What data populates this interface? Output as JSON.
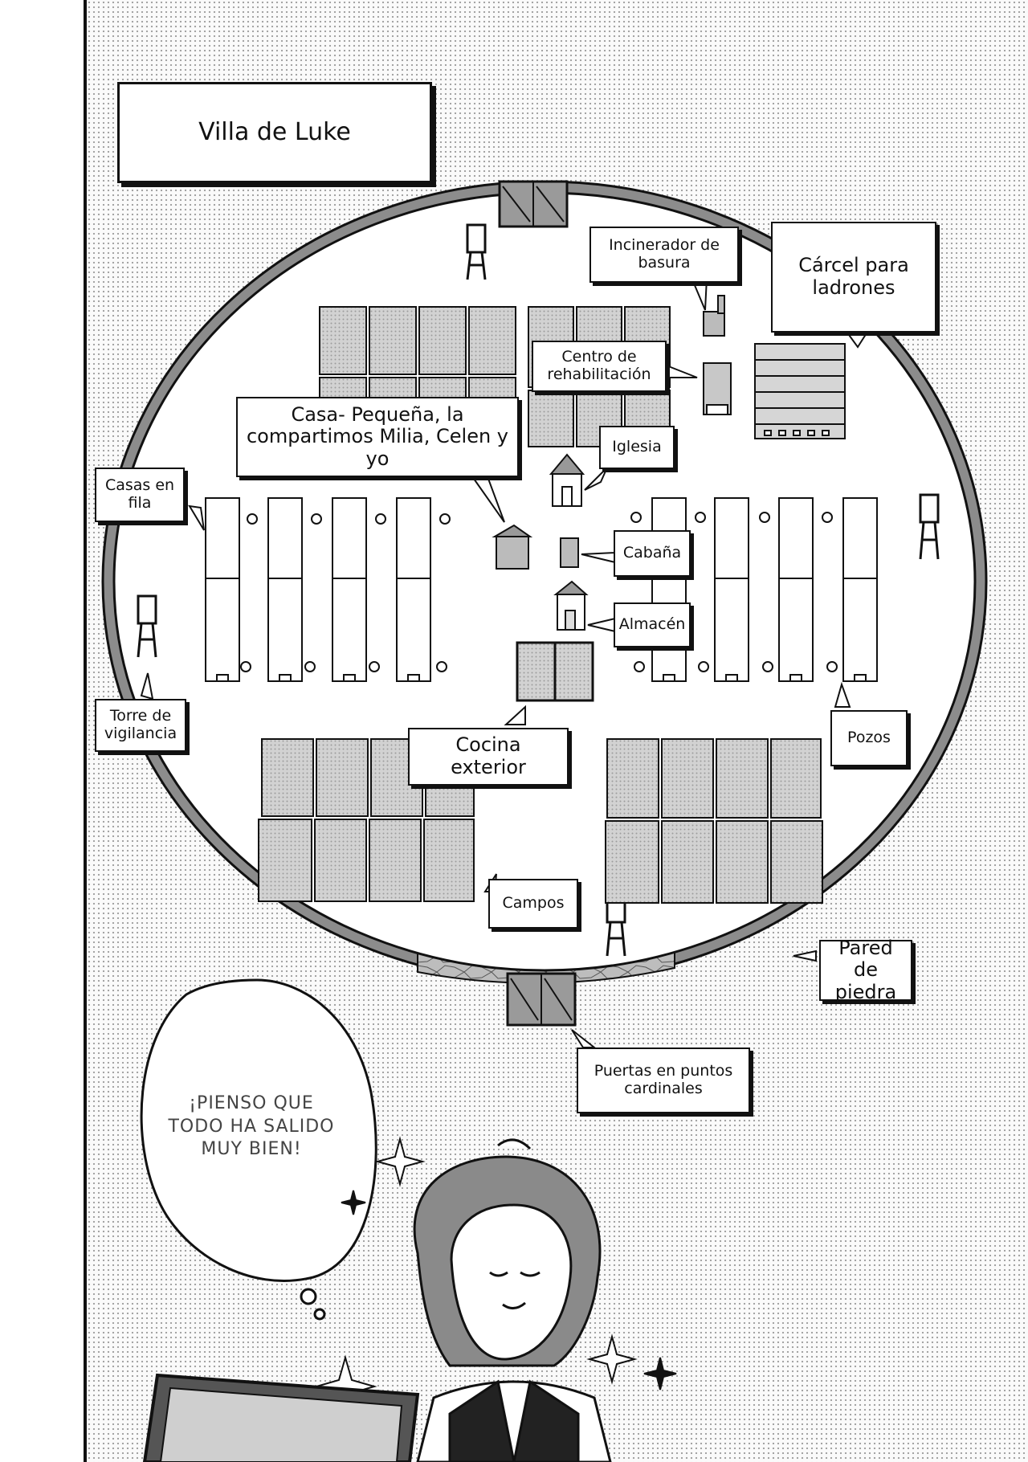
{
  "title": "Villa de Luke",
  "labels": {
    "incinerador": "Incinerador de\nbasura",
    "carcel": "Cárcel para\nladrones",
    "rehabilitacion": "Centro de\nrehabilitación",
    "casa_pequena": "Casa- Pequeña, la\ncompartimos Milia, Celen y yo",
    "iglesia": "Iglesia",
    "casas_fila": "Casas en\nfila",
    "cabana": "Cabaña",
    "almacen": "Almacén",
    "torre": "Torre de\nvigilancia",
    "cocina": "Cocina exterior",
    "pozos": "Pozos",
    "campos": "Campos",
    "pared": "Pared de\npiedra",
    "puertas": "Puertas en puntos\ncardinales"
  },
  "thought": "¡PIENSO QUE\nTODO HA SALIDO\nMUY BIEN!",
  "colors": {
    "ink": "#111111",
    "field": "#c9c9c9",
    "wall": "#8c8c8c",
    "paper": "#ffffff"
  }
}
